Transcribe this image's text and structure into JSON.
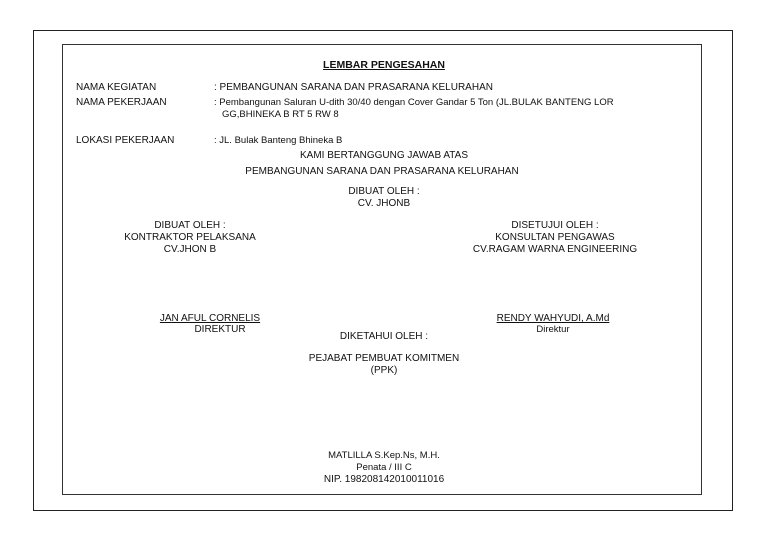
{
  "document": {
    "title": "LEMBAR PENGESAHAN",
    "fields": [
      {
        "label": "NAMA KEGIATAN",
        "value": ": PEMBANGUNAN SARANA DAN PRASARANA KELURAHAN"
      },
      {
        "label": "NAMA PEKERJAAN",
        "value_line1": ":  Pembangunan Saluran U-dith 30/40 dengan Cover Gandar 5 Ton (JL.BULAK BANTENG LOR",
        "value_line2": "GG,BHINEKA B RT 5 RW 8"
      },
      {
        "label": "LOKASI PEKERJAAN",
        "value": ": JL. Bulak Banteng Bhineka B"
      }
    ],
    "statement_line1": "KAMI BERTANGGUNG JAWAB ATAS",
    "statement_line2": "PEMBANGUNAN SARANA DAN PRASARANA KELURAHAN",
    "made_by_center": {
      "heading": "DIBUAT OLEH :",
      "name": "CV. JHONB"
    },
    "made_by_left": {
      "heading": "DIBUAT OLEH :",
      "role": "KONTRAKTOR PELAKSANA",
      "company": "CV.JHON B"
    },
    "approved_right": {
      "heading": "DISETUJUI OLEH :",
      "role": "KONSULTAN PENGAWAS",
      "company": "CV.RAGAM WARNA ENGINEERING"
    },
    "signer_left": {
      "name": "JAN AFUL CORNELIS",
      "position": "DIREKTUR"
    },
    "signer_right": {
      "name": "RENDY WAHYUDI, A.Md",
      "position": "Direktur"
    },
    "known_by": {
      "heading": "DIKETAHUI OLEH :",
      "role_line1": "PEJABAT PEMBUAT KOMITMEN",
      "role_line2": "(PPK)"
    },
    "official": {
      "name": "MATLILLA S.Kep.Ns, M.H.",
      "rank": "Penata  / III C",
      "nip": "NIP. 198208142010011016"
    }
  }
}
